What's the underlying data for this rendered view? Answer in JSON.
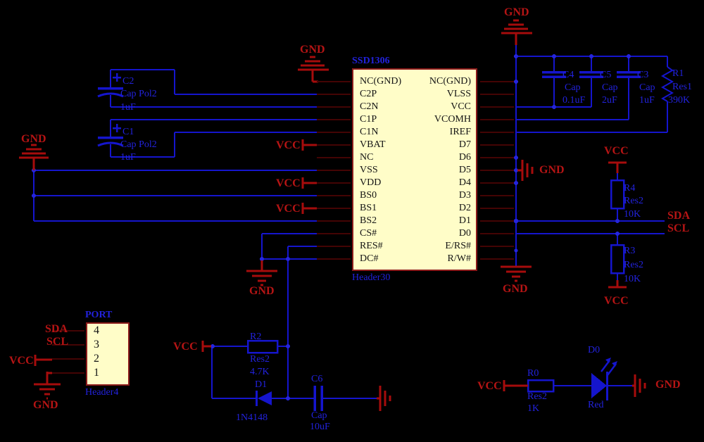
{
  "colors": {
    "background": "#000000",
    "wire_blue": "#1515cd",
    "label_blue": "#2222dc",
    "power_red": "#b51414",
    "symbol_red": "#a60c0c",
    "ic_fill": "#fffdc8",
    "ic_border": "#8b1a1a",
    "pin_text": "#141414"
  },
  "labels": {
    "gnd": "GND",
    "vcc": "VCC",
    "sda": "SDA",
    "scl": "SCL"
  },
  "ic": {
    "title": "SSD1306",
    "footer": "Header30",
    "left_pins": [
      "NC(GND)",
      "C2P",
      "C2N",
      "C1P",
      "C1N",
      "VBAT",
      "NC",
      "VSS",
      "VDD",
      "BS0",
      "BS1",
      "BS2",
      "CS#",
      "RES#",
      "DC#"
    ],
    "right_pins": [
      "NC(GND)",
      "VLSS",
      "VCC",
      "VCOMH",
      "IREF",
      "D7",
      "D6",
      "D5",
      "D4",
      "D3",
      "D2",
      "D1",
      "D0",
      "E/RS#",
      "R/W#"
    ]
  },
  "port": {
    "title": "PORT",
    "footer": "Header4",
    "pins": [
      "4",
      "3",
      "2",
      "1"
    ]
  },
  "components": {
    "c2": {
      "ref": "C2",
      "type": "Cap Pol2",
      "value": "1uF"
    },
    "c1": {
      "ref": "C1",
      "type": "Cap Pol2",
      "value": "1uF"
    },
    "c4": {
      "ref": "C4",
      "type": "Cap",
      "value": "0.1uF"
    },
    "c5": {
      "ref": "C5",
      "type": "Cap",
      "value": "2uF"
    },
    "c3": {
      "ref": "C3",
      "type": "Cap",
      "value": "1uF"
    },
    "c6": {
      "ref": "C6",
      "type": "Cap",
      "value": "10uF"
    },
    "r1": {
      "ref": "R1",
      "type": "Res1",
      "value": "390K"
    },
    "r2": {
      "ref": "R2",
      "type": "Res2",
      "value": "4.7K"
    },
    "r3": {
      "ref": "R3",
      "type": "Res2",
      "value": "10K"
    },
    "r4": {
      "ref": "R4",
      "type": "Res2",
      "value": "10K"
    },
    "r0": {
      "ref": "R0",
      "type": "Res2",
      "value": "1K"
    },
    "d1": {
      "ref": "D1",
      "value": "1N4148"
    },
    "d0": {
      "ref": "D0",
      "value": "Red"
    }
  }
}
